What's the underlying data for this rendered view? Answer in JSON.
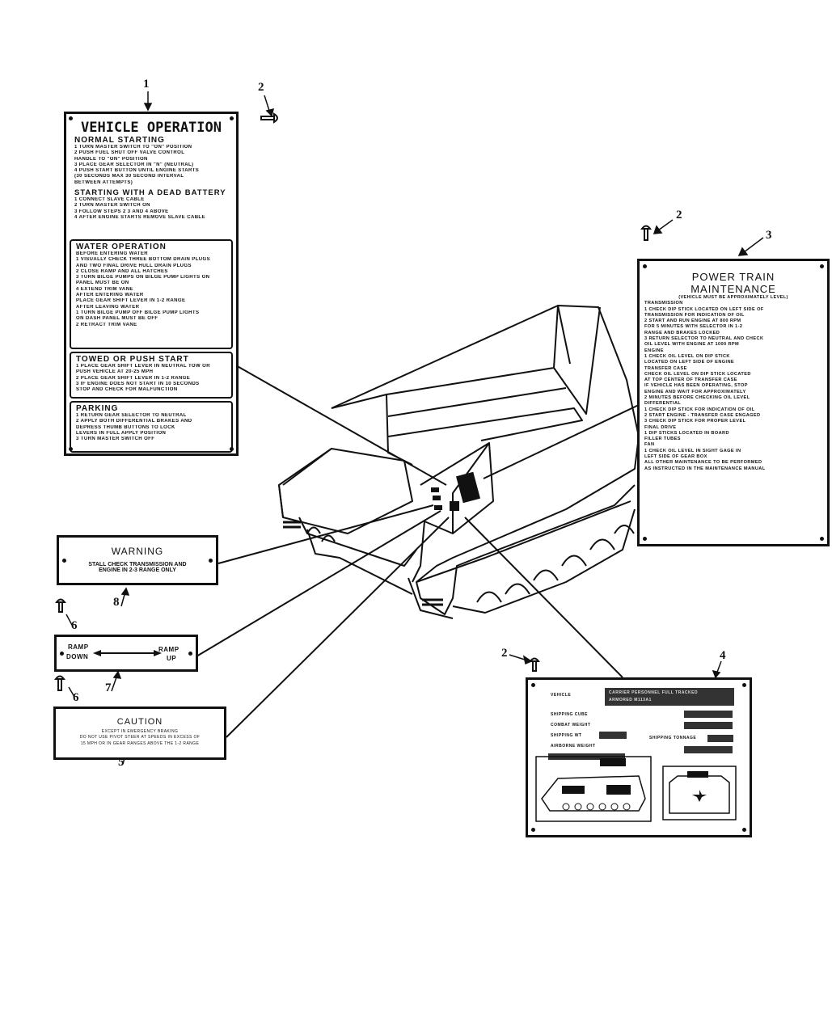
{
  "callouts": {
    "c1": "1",
    "c2a": "2",
    "c2b": "2",
    "c2c": "2",
    "c3": "3",
    "c4": "4",
    "c5": "5",
    "c6a": "6",
    "c6b": "6",
    "c7": "7",
    "c8": "8"
  },
  "vehicle_operation": {
    "title": "VEHICLE OPERATION",
    "normal_heading": "NORMAL STARTING",
    "normal_lines": [
      "1  TURN MASTER SWITCH TO \"ON\" POSITION",
      "2  PUSH FUEL SHUT OFF VALVE CONTROL",
      "   HANDLE TO \"ON\" POSITION",
      "3  PLACE GEAR SELECTOR IN \"N\" (NEUTRAL)",
      "4  PUSH START BUTTON UNTIL ENGINE STARTS",
      "   (30 SECONDS MAX 30 SECOND INTERVAL",
      "   BETWEEN ATTEMPTS)"
    ],
    "dead_heading": "STARTING WITH A DEAD BATTERY",
    "dead_lines": [
      "1  CONNECT SLAVE CABLE",
      "2  TURN MASTER SWITCH ON",
      "3  FOLLOW STEPS 2 3 AND 4 ABOVE",
      "4  AFTER ENGINE STARTS REMOVE SLAVE CABLE"
    ],
    "water_heading": "WATER OPERATION",
    "water_lines": [
      "BEFORE ENTERING WATER",
      "1  VISUALLY CHECK THREE BOTTOM DRAIN PLUGS",
      "   AND TWO FINAL DRIVE HULL DRAIN PLUGS",
      "2  CLOSE RAMP AND ALL HATCHES",
      "3  TURN BILGE PUMPS ON BILGE PUMP LIGHTS ON",
      "   PANEL MUST BE ON",
      "4  EXTEND TRIM VANE",
      "AFTER ENTERING WATER",
      "   PLACE GEAR SHIFT LEVER IN 1-2 RANGE",
      "AFTER LEAVING WATER",
      "1  TURN BILGE PUMP OFF BILGE PUMP LIGHTS",
      "   ON DASH PANEL MUST BE OFF",
      "2  RETRACT TRIM VANE"
    ],
    "towed_heading": "TOWED OR PUSH START",
    "towed_lines": [
      "1  PLACE GEAR SHIFT LEVER IN NEUTRAL TOW OR",
      "   PUSH VEHICLE AT 20-25 MPH",
      "2  PLACE GEAR SHIFT LEVER IN 1-2 RANGE",
      "3  IF ENGINE DOES NOT START IN 10 SECONDS",
      "   STOP AND CHECK FOR MALFUNCTION"
    ],
    "parking_heading": "PARKING",
    "parking_lines": [
      "1  RETURN GEAR SELECTOR TO NEUTRAL",
      "2  APPLY BOTH DIFFERENTIAL BRAKES AND",
      "   DEPRESS THUMB BUTTONS TO LOCK",
      "   LEVERS IN FULL APPLY POSITION",
      "3  TURN MASTER SWITCH OFF"
    ]
  },
  "power_train": {
    "title1": "POWER TRAIN",
    "title2": "MAINTENANCE",
    "subtitle": "(VEHICLE MUST BE APPROXIMATELY LEVEL)",
    "lines": [
      "TRANSMISSION",
      "1  CHECK DIP STICK LOCATED ON LEFT SIDE OF",
      "   TRANSMISSION FOR INDICATION OF OIL",
      "2  START AND RUN ENGINE AT 800 RPM",
      "   FOR 5 MINUTES WITH SELECTOR IN 1-2",
      "   RANGE AND BRAKES LOCKED",
      "3  RETURN SELECTOR TO NEUTRAL AND CHECK",
      "   OIL LEVEL WITH ENGINE AT 1000 RPM",
      "ENGINE",
      "1  CHECK OIL LEVEL ON DIP STICK",
      "   LOCATED ON LEFT SIDE OF ENGINE",
      "TRANSFER CASE",
      "   CHECK OIL LEVEL ON DIP STICK LOCATED",
      "   AT TOP CENTER OF TRANSFER CASE",
      "   IF VEHICLE HAS BEEN OPERATING, STOP",
      "   ENGINE AND WAIT FOR APPROXIMATELY",
      "   2 MINUTES BEFORE CHECKING OIL LEVEL",
      "DIFFERENTIAL",
      "1  CHECK DIP STICK FOR INDICATION OF OIL",
      "2  START ENGINE - TRANSFER CASE ENGAGED",
      "3  CHECK DIP STICK FOR PROPER LEVEL",
      "FINAL DRIVE",
      "1  DIP STICKS LOCATED IN BOARD",
      "   FILLER TUBES",
      "FAN",
      "1  CHECK OIL LEVEL IN SIGHT GAGE IN",
      "   LEFT SIDE OF GEAR BOX",
      "",
      "ALL OTHER MAINTENANCE TO BE PERFORMED",
      "AS INSTRUCTED IN THE MAINTENANCE MANUAL"
    ]
  },
  "warning": {
    "title": "WARNING",
    "line1": "STALL CHECK TRANSMISSION AND",
    "line2": "ENGINE IN 2-3 RANGE ONLY"
  },
  "ramp": {
    "down1": "RAMP",
    "down2": "DOWN",
    "up1": "RAMP",
    "up2": "UP"
  },
  "caution": {
    "title": "CAUTION",
    "line1": "EXCEPT IN EMERGENCY BRAKING",
    "line2": "DO NOT USE PIVOT STEER AT SPEEDS IN EXCESS OF",
    "line3": "15 MPH OR IN GEAR RANGES ABOVE THE 1-2 RANGE"
  },
  "data_plate": {
    "vehicle_label": "VEHICLE",
    "vehicle_value1": "CARRIER PERSONNEL FULL TRACKED",
    "vehicle_value2": "ARMORED M113A1",
    "shipping_cube": "SHIPPING CUBE",
    "combat_weight": "COMBAT WEIGHT",
    "shipping_wt": "SHIPPING WT",
    "shipping_tonnage": "SHIPPING TONNAGE",
    "airborne_weight": "AIRBORNE WEIGHT"
  }
}
